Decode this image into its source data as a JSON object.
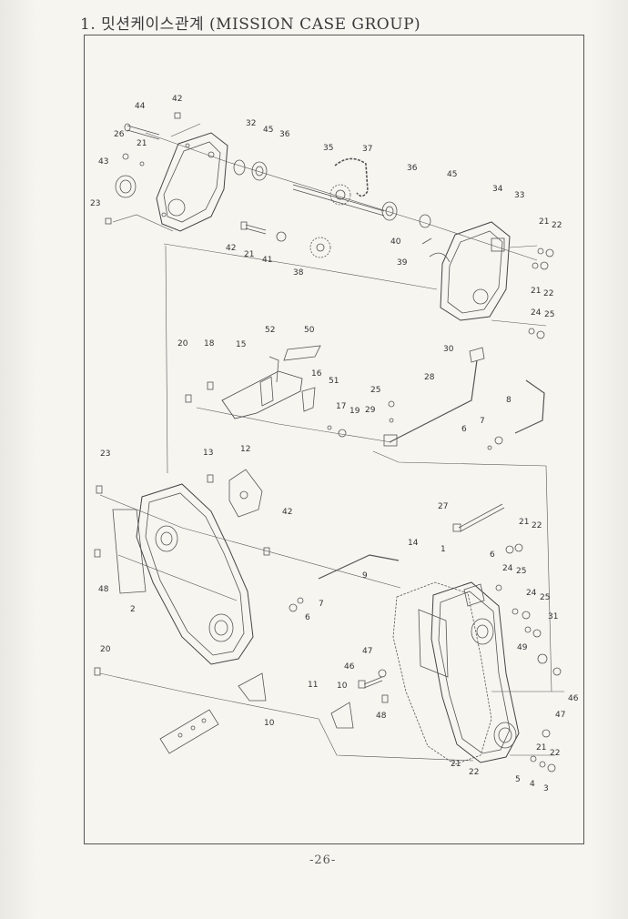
{
  "page": {
    "title": "1. 밋션케이스관계 (MISSION CASE GROUP)",
    "page_number": "-26-"
  },
  "callouts": [
    {
      "id": "c44",
      "label": "44"
    },
    {
      "id": "c42a",
      "label": "42"
    },
    {
      "id": "c32",
      "label": "32"
    },
    {
      "id": "c45a",
      "label": "45"
    },
    {
      "id": "c36a",
      "label": "36"
    },
    {
      "id": "c35",
      "label": "35"
    },
    {
      "id": "c37",
      "label": "37"
    },
    {
      "id": "c26",
      "label": "26"
    },
    {
      "id": "c21a",
      "label": "21"
    },
    {
      "id": "c43",
      "label": "43"
    },
    {
      "id": "c23a",
      "label": "23"
    },
    {
      "id": "c36b",
      "label": "36"
    },
    {
      "id": "c45b",
      "label": "45"
    },
    {
      "id": "c34",
      "label": "34"
    },
    {
      "id": "c33",
      "label": "33"
    },
    {
      "id": "c21b",
      "label": "21"
    },
    {
      "id": "c22a",
      "label": "22"
    },
    {
      "id": "c40",
      "label": "40"
    },
    {
      "id": "c42b",
      "label": "42"
    },
    {
      "id": "c21c",
      "label": "21"
    },
    {
      "id": "c41",
      "label": "41"
    },
    {
      "id": "c38",
      "label": "38"
    },
    {
      "id": "c39",
      "label": "39"
    },
    {
      "id": "c21d",
      "label": "21"
    },
    {
      "id": "c22b",
      "label": "22"
    },
    {
      "id": "c24a",
      "label": "24"
    },
    {
      "id": "c25a",
      "label": "25"
    },
    {
      "id": "c52",
      "label": "52"
    },
    {
      "id": "c50",
      "label": "50"
    },
    {
      "id": "c20a",
      "label": "20"
    },
    {
      "id": "c18",
      "label": "18"
    },
    {
      "id": "c15",
      "label": "15"
    },
    {
      "id": "c30",
      "label": "30"
    },
    {
      "id": "c16",
      "label": "16"
    },
    {
      "id": "c51",
      "label": "51"
    },
    {
      "id": "c28",
      "label": "28"
    },
    {
      "id": "c25b",
      "label": "25"
    },
    {
      "id": "c17",
      "label": "17"
    },
    {
      "id": "c19",
      "label": "19"
    },
    {
      "id": "c29",
      "label": "29"
    },
    {
      "id": "c8",
      "label": "8"
    },
    {
      "id": "c7a",
      "label": "7"
    },
    {
      "id": "c6a",
      "label": "6"
    },
    {
      "id": "c23b",
      "label": "23"
    },
    {
      "id": "c13",
      "label": "13"
    },
    {
      "id": "c12",
      "label": "12"
    },
    {
      "id": "c27",
      "label": "27"
    },
    {
      "id": "c42c",
      "label": "42"
    },
    {
      "id": "c21e",
      "label": "21"
    },
    {
      "id": "c22c",
      "label": "22"
    },
    {
      "id": "c14",
      "label": "14"
    },
    {
      "id": "c1",
      "label": "1"
    },
    {
      "id": "c6b",
      "label": "6"
    },
    {
      "id": "c24b",
      "label": "24"
    },
    {
      "id": "c25c",
      "label": "25"
    },
    {
      "id": "c48a",
      "label": "48"
    },
    {
      "id": "c9",
      "label": "9"
    },
    {
      "id": "c7b",
      "label": "7"
    },
    {
      "id": "c24c",
      "label": "24"
    },
    {
      "id": "c25d",
      "label": "25"
    },
    {
      "id": "c2",
      "label": "2"
    },
    {
      "id": "c6c",
      "label": "6"
    },
    {
      "id": "c31",
      "label": "31"
    },
    {
      "id": "c47a",
      "label": "47"
    },
    {
      "id": "c49",
      "label": "49"
    },
    {
      "id": "c20b",
      "label": "20"
    },
    {
      "id": "c46a",
      "label": "46"
    },
    {
      "id": "c11",
      "label": "11"
    },
    {
      "id": "c10a",
      "label": "10"
    },
    {
      "id": "c46b",
      "label": "46"
    },
    {
      "id": "c48b",
      "label": "48"
    },
    {
      "id": "c10b",
      "label": "10"
    },
    {
      "id": "c47b",
      "label": "47"
    },
    {
      "id": "c21f",
      "label": "21"
    },
    {
      "id": "c22d",
      "label": "22"
    },
    {
      "id": "c21g",
      "label": "21"
    },
    {
      "id": "c22e",
      "label": "22"
    },
    {
      "id": "c5",
      "label": "5"
    },
    {
      "id": "c4",
      "label": "4"
    },
    {
      "id": "c3",
      "label": "3"
    }
  ]
}
